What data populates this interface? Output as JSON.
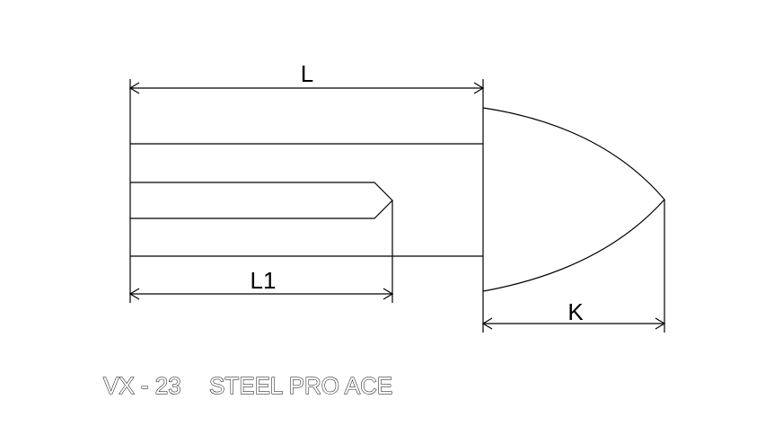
{
  "dimensions": {
    "overall_length": "L",
    "shank_length": "L1",
    "tip_length": "K"
  },
  "caption": {
    "model": "VX - 23",
    "name": "STEEL PRO ACE"
  },
  "colors": {
    "line": "#000000",
    "background": "#ffffff"
  }
}
